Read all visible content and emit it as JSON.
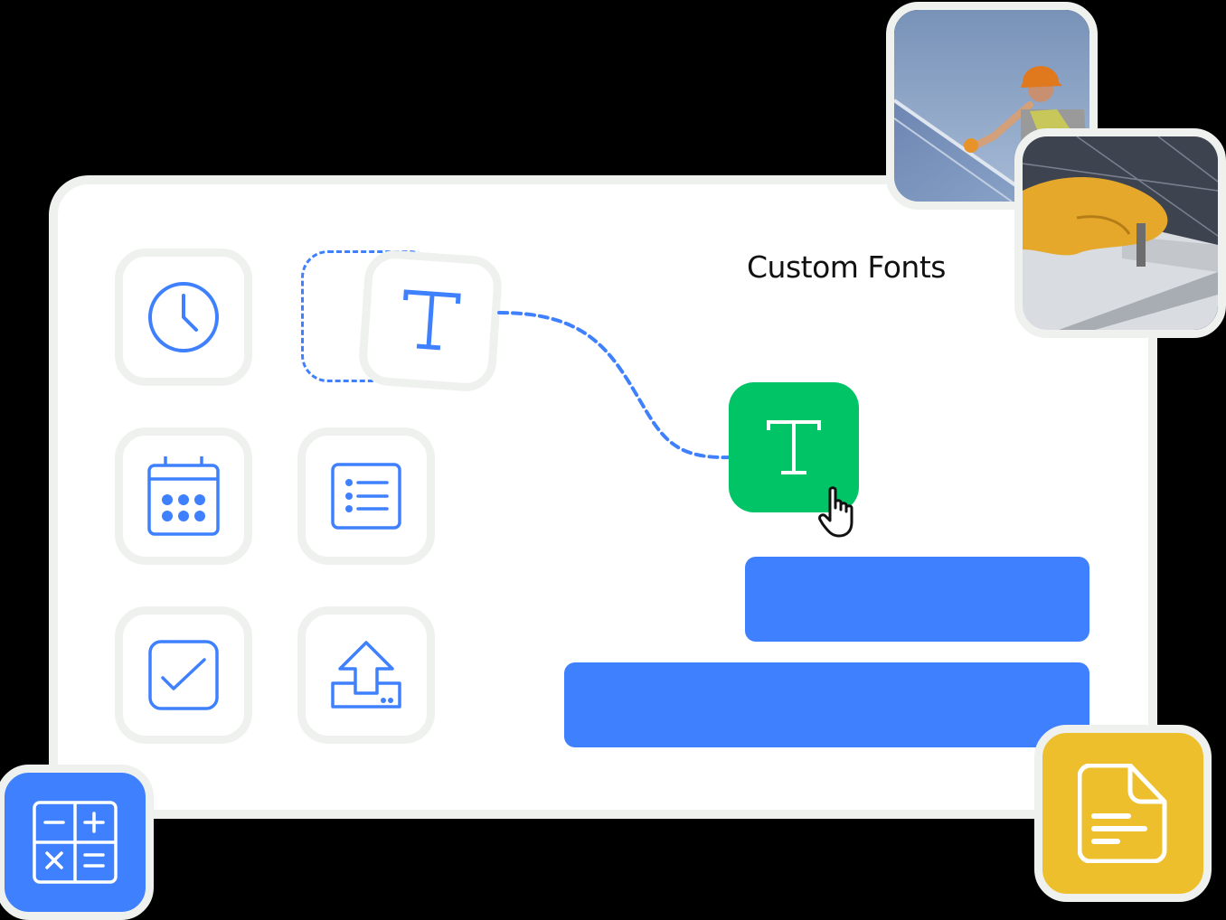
{
  "feature": {
    "title": "Custom Fonts"
  },
  "palette": {
    "blue": "#3f80ff",
    "green": "#00c465",
    "yellow": "#edbf2d",
    "tile_border": "#eff1ef",
    "background": "#000000"
  },
  "tiles": [
    {
      "name": "clock-tile",
      "icon": "clock-icon"
    },
    {
      "name": "text-tile-dragging",
      "icon": "text-t-icon"
    },
    {
      "name": "calendar-tile",
      "icon": "calendar-icon"
    },
    {
      "name": "list-tile",
      "icon": "list-icon"
    },
    {
      "name": "checkbox-tile",
      "icon": "checkbox-icon"
    },
    {
      "name": "upload-tile",
      "icon": "upload-icon"
    }
  ],
  "drop_target": {
    "icon": "text-t-icon",
    "cursor": "hand-pointer-icon"
  },
  "badges": [
    {
      "name": "calculator-badge",
      "icon": "calculator-icon",
      "color": "#3f80ff"
    },
    {
      "name": "document-badge",
      "icon": "document-icon",
      "color": "#edbf2d"
    }
  ],
  "photos": [
    {
      "name": "worker-solar-panel-photo",
      "subject": "worker in hard hat installing solar panel"
    },
    {
      "name": "gloved-hand-clamp-photo",
      "subject": "gloved hand tightening solar panel clamp"
    }
  ]
}
